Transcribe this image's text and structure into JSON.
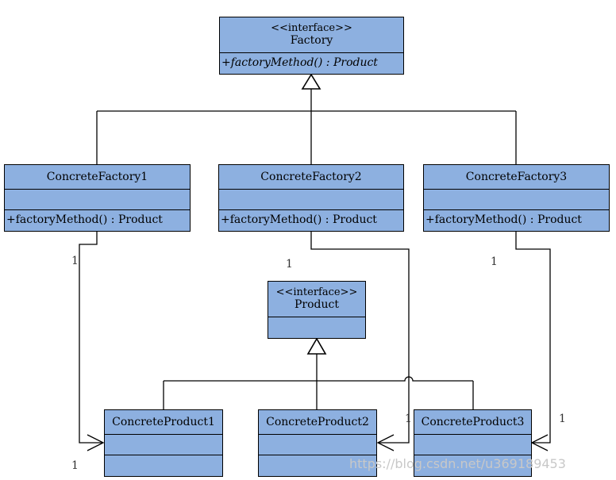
{
  "factory": {
    "stereotype": "<<interface>>",
    "name": "Factory",
    "operation": "+factoryMethod() : Product"
  },
  "product": {
    "stereotype": "<<interface>>",
    "name": "Product"
  },
  "concrete_factories": [
    {
      "name": "ConcreteFactory1",
      "operation": "+factoryMethod() : Product"
    },
    {
      "name": "ConcreteFactory2",
      "operation": "+factoryMethod() : Product"
    },
    {
      "name": "ConcreteFactory3",
      "operation": "+factoryMethod() : Product"
    }
  ],
  "concrete_products": [
    {
      "name": "ConcreteProduct1"
    },
    {
      "name": "ConcreteProduct2"
    },
    {
      "name": "ConcreteProduct3"
    }
  ],
  "multiplicities": [
    "1",
    "1",
    "1",
    "1",
    "1",
    "1"
  ],
  "watermark": "https://blog.csdn.net/u369189453"
}
